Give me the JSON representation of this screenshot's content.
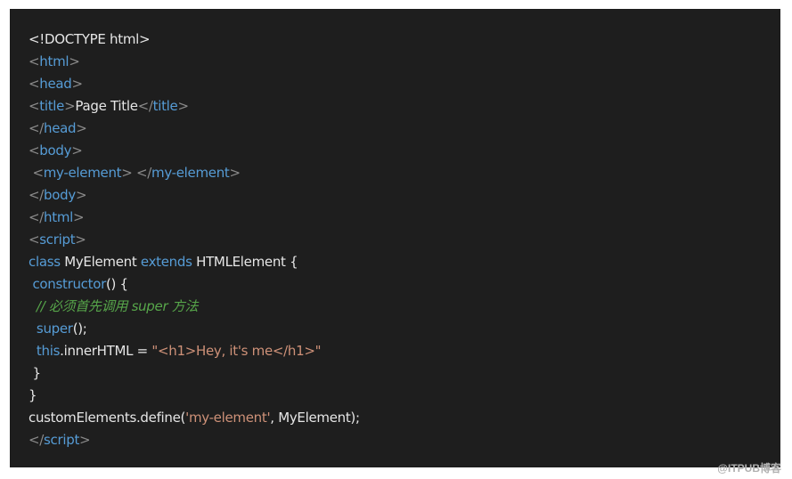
{
  "code_lines": [
    [
      {
        "t": "<!DOCTYPE html>",
        "c": "w"
      }
    ],
    [
      {
        "t": "<",
        "c": "p"
      },
      {
        "t": "html",
        "c": "k"
      },
      {
        "t": ">",
        "c": "p"
      }
    ],
    [
      {
        "t": "<",
        "c": "p"
      },
      {
        "t": "head",
        "c": "k"
      },
      {
        "t": ">",
        "c": "p"
      }
    ],
    [
      {
        "t": "<",
        "c": "p"
      },
      {
        "t": "title",
        "c": "k"
      },
      {
        "t": ">",
        "c": "p"
      },
      {
        "t": "Page Title",
        "c": "w"
      },
      {
        "t": "</",
        "c": "p"
      },
      {
        "t": "title",
        "c": "k"
      },
      {
        "t": ">",
        "c": "p"
      }
    ],
    [
      {
        "t": "</",
        "c": "p"
      },
      {
        "t": "head",
        "c": "k"
      },
      {
        "t": ">",
        "c": "p"
      }
    ],
    [
      {
        "t": "<",
        "c": "p"
      },
      {
        "t": "body",
        "c": "k"
      },
      {
        "t": ">",
        "c": "p"
      }
    ],
    [
      {
        "t": " <",
        "c": "p"
      },
      {
        "t": "my-element",
        "c": "k"
      },
      {
        "t": "> </",
        "c": "p"
      },
      {
        "t": "my-element",
        "c": "k"
      },
      {
        "t": ">",
        "c": "p"
      }
    ],
    [
      {
        "t": "</",
        "c": "p"
      },
      {
        "t": "body",
        "c": "k"
      },
      {
        "t": ">",
        "c": "p"
      }
    ],
    [
      {
        "t": "</",
        "c": "p"
      },
      {
        "t": "html",
        "c": "k"
      },
      {
        "t": ">",
        "c": "p"
      }
    ],
    [
      {
        "t": "<",
        "c": "p"
      },
      {
        "t": "script",
        "c": "k"
      },
      {
        "t": ">",
        "c": "p"
      }
    ],
    [
      {
        "t": "class",
        "c": "k"
      },
      {
        "t": " MyElement ",
        "c": "w"
      },
      {
        "t": "extends",
        "c": "k"
      },
      {
        "t": " HTMLElement {",
        "c": "w"
      }
    ],
    [
      {
        "t": " constructor",
        "c": "k"
      },
      {
        "t": "() {",
        "c": "w"
      }
    ],
    [
      {
        "t": "  // 必须首先调用 super 方法",
        "c": "c"
      }
    ],
    [
      {
        "t": "  super",
        "c": "k"
      },
      {
        "t": "();",
        "c": "w"
      }
    ],
    [
      {
        "t": "  this",
        "c": "k"
      },
      {
        "t": ".innerHTML = ",
        "c": "w"
      },
      {
        "t": "\"<h1>Hey, it's me</h1>\"",
        "c": "s"
      }
    ],
    [
      {
        "t": " }",
        "c": "w"
      }
    ],
    [
      {
        "t": "}",
        "c": "w"
      }
    ],
    [
      {
        "t": "customElements.define(",
        "c": "w"
      },
      {
        "t": "'my-element'",
        "c": "s"
      },
      {
        "t": ", MyElement);",
        "c": "w"
      }
    ],
    [
      {
        "t": "</",
        "c": "p"
      },
      {
        "t": "script",
        "c": "k"
      },
      {
        "t": ">",
        "c": "p"
      }
    ]
  ],
  "watermark": "@ITPUB博客"
}
